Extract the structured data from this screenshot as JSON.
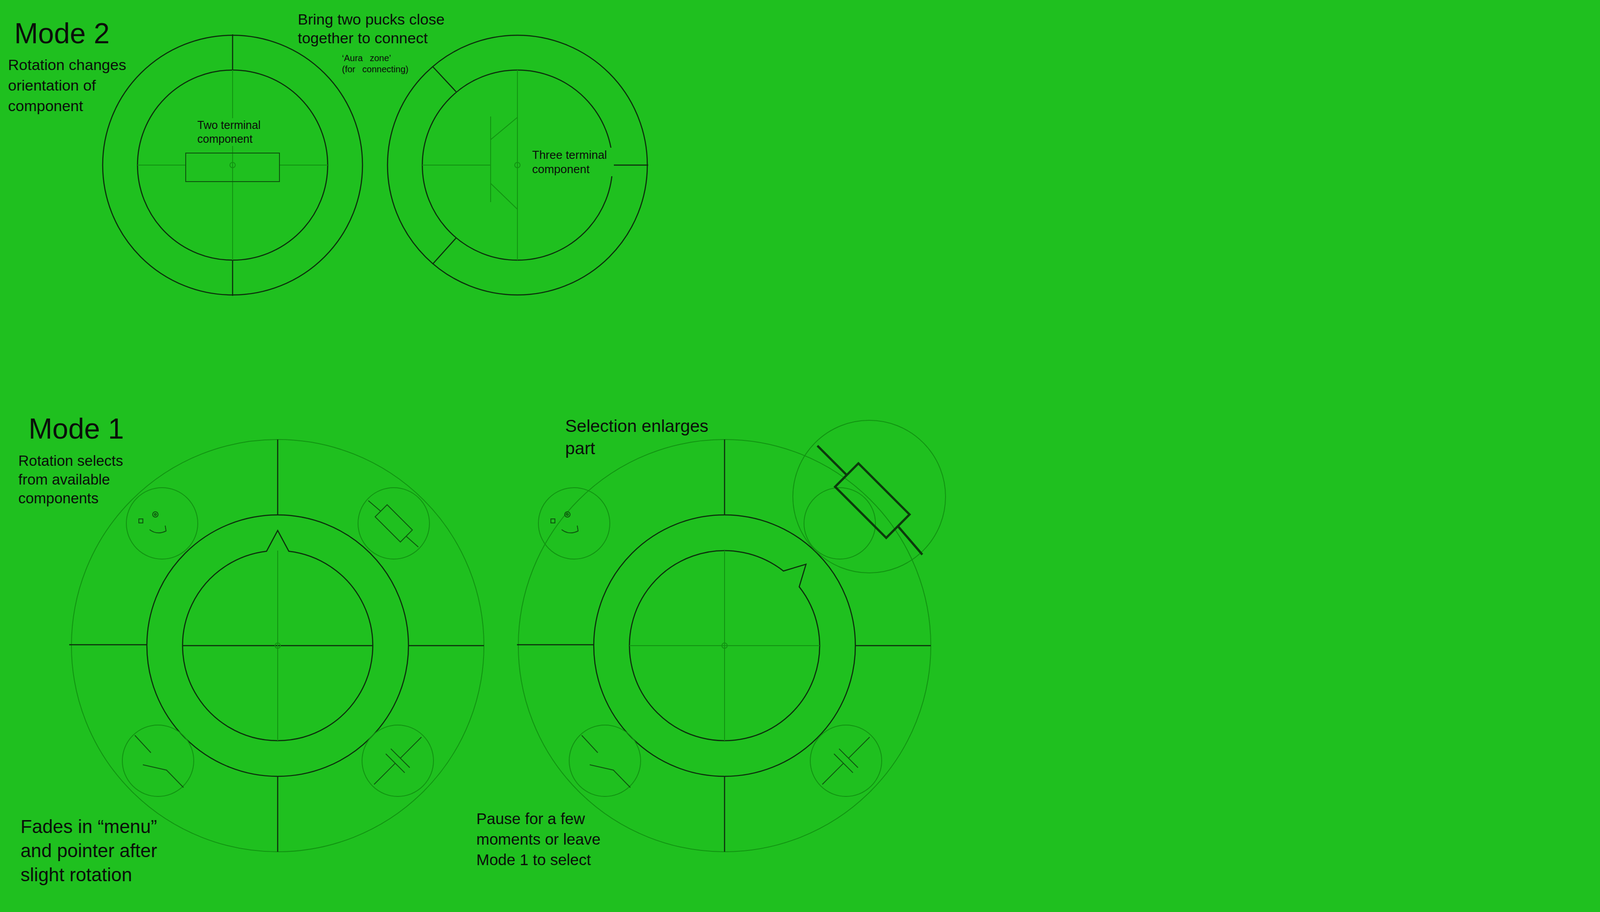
{
  "diagram": {
    "nodes": [
      {
        "text": [
          "Two terminal component"
        ]
      },
      {
        "text": [
          "Three terminal component"
        ]
      }
    ],
    "labels": [
      "Mode 2",
      "Rotation changes orientation of component",
      "Bring two pucks close together to connect",
      "‘Aura zone’ (for connecting)",
      "Mode 1",
      "Rotation selects from available components",
      "Selection enlarges part",
      "Fades in “menu” and pointer after slight rotation",
      "Pause for a few moments or leave Mode 1 to select"
    ]
  }
}
